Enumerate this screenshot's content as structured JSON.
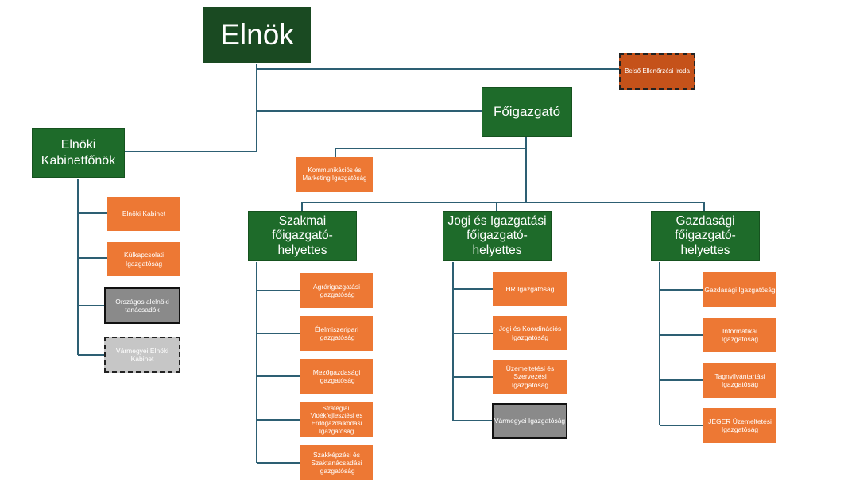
{
  "chart": {
    "elnok": "Elnök",
    "belso_ellenorzes": "Belső Ellenőrzési Iroda",
    "foigazgato": "Főigazgató",
    "kabinetfonok": "Elnöki Kabinetfőnök",
    "kommunikacio": "Kommunikációs és Marketing Igazgatóság",
    "kabinet_units": [
      "Elnöki Kabinet",
      "Külkapcsolati Igazgatóság",
      "Országos alelnöki tanácsadók",
      "Vármegyei Elnöki Kabinet"
    ],
    "szakmai": {
      "title": "Szakmai főigazgató-helyettes",
      "units": [
        "Agrárigazgatási Igazgatóság",
        "Élelmiszeripari Igazgatóság",
        "Mezőgazdasági Igazgatóság",
        "Stratégiai, Vidékfejlesztési és Erdőgazdálkodási Igazgatóság",
        "Szakképzési és Szaktanácsadási Igazgatóság"
      ]
    },
    "jogi": {
      "title": "Jogi és Igazgatási főigazgató-helyettes",
      "units": [
        "HR Igazgatóság",
        "Jogi és Koordinációs Igazgatóság",
        "Üzemeltetési és Szervezési Igazgatóság",
        "Vármegyei Igazgatóság"
      ]
    },
    "gazdasagi": {
      "title": "Gazdasági főigazgató-helyettes",
      "units": [
        "Gazdasági Igazgatóság",
        "Informatikai Igazgatóság",
        "Tagnyilvántartási Igazgatóság",
        "JÉGER Üzemeltetési Igazgatóság"
      ]
    }
  },
  "colors": {
    "dark_green": "#1a4a22",
    "green": "#1e6b2a",
    "orange": "#ed7834",
    "line": "#2d5f73"
  }
}
